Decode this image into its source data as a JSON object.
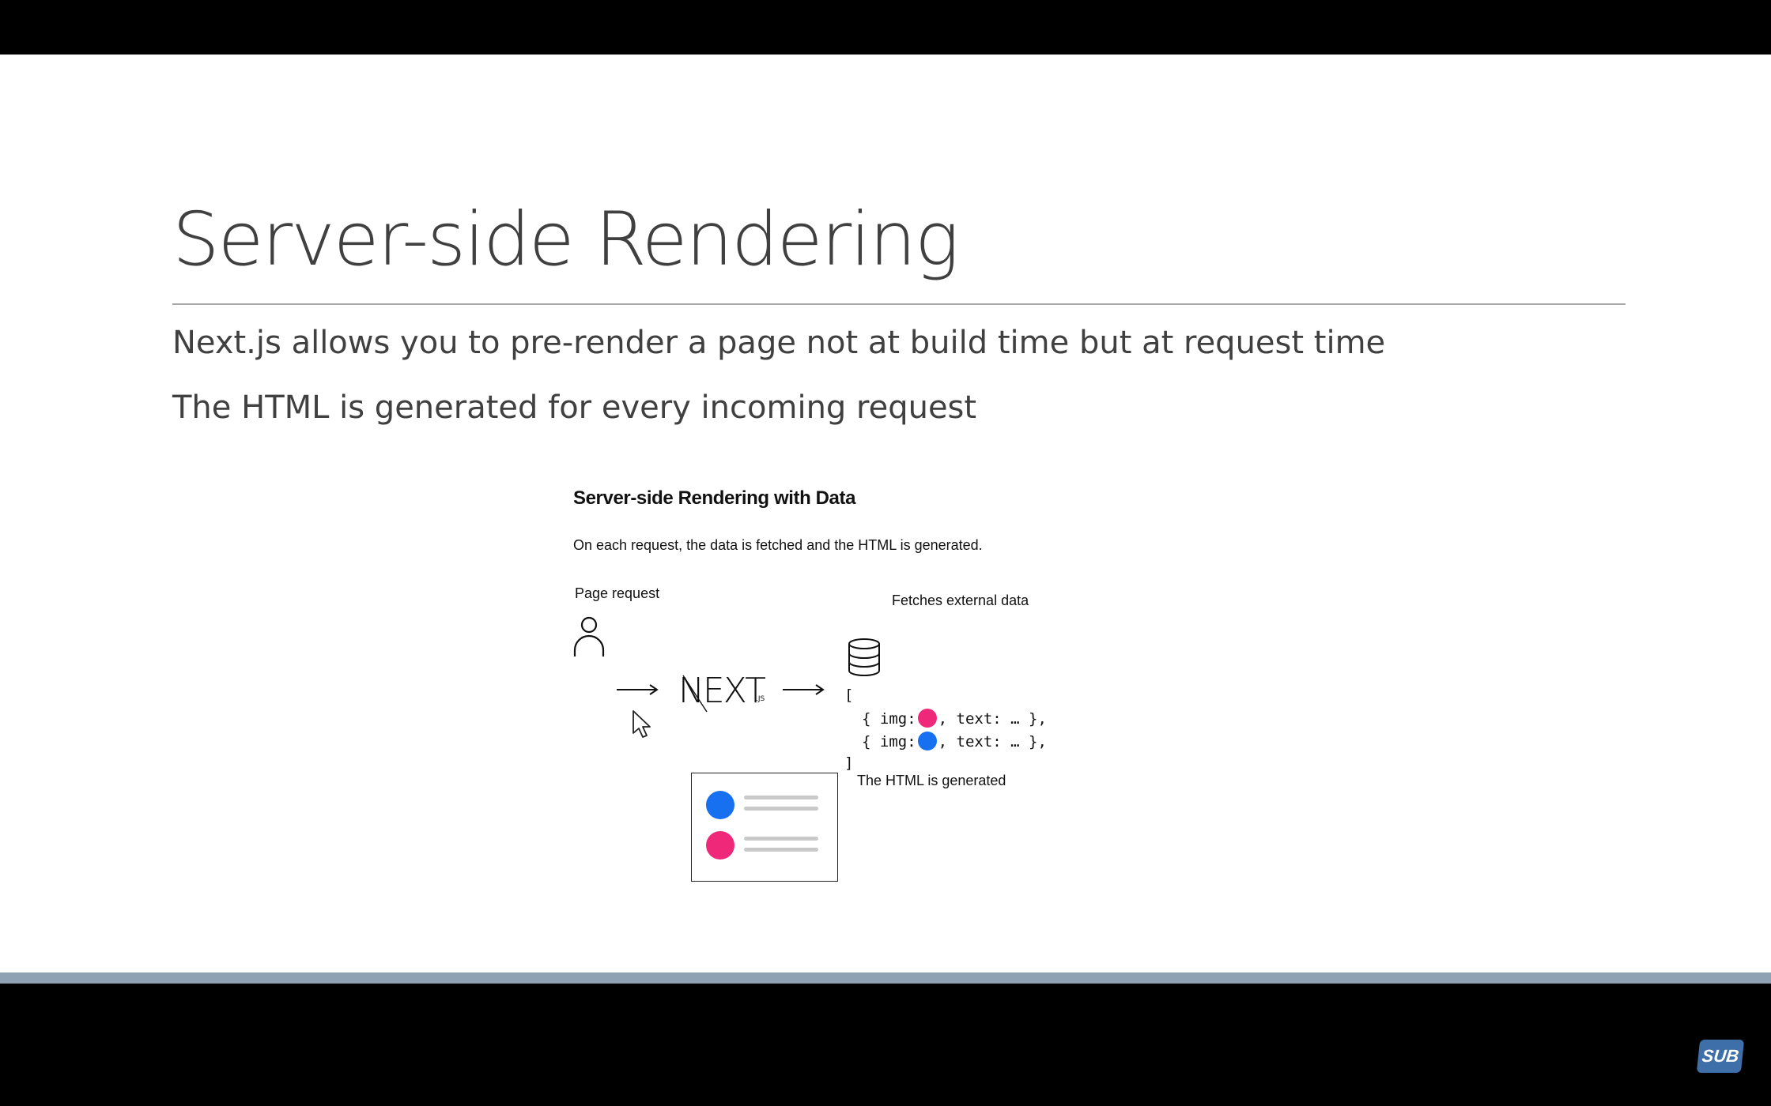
{
  "slide": {
    "title": "Server-side Rendering",
    "bullets": [
      "Next.js allows you to pre-render a page not at build time but at request time",
      "The HTML is generated for every incoming request"
    ]
  },
  "figure": {
    "title": "Server-side Rendering with Data",
    "caption": "On each request, the data is fetched and the HTML is generated.",
    "page_request_label": "Page request",
    "fetches_label": "Fetches external data",
    "generated_label": "The HTML is generated",
    "logo_text": "NEXT",
    "logo_suffix": ".JS",
    "code": {
      "open_bracket": "[",
      "row_prefix": "{ img:",
      "row_suffix": ", text: … },",
      "close_bracket": "]"
    }
  },
  "badge": {
    "label": "SUB"
  },
  "colors": {
    "pink": "#f0287a",
    "blue": "#1670f0",
    "title_text": "#404040",
    "progress_strip": "#8fa2b3"
  },
  "icons": [
    "user-icon",
    "arrow-right-icon",
    "database-icon",
    "arrow-down-left-icon",
    "mouse-pointer-icon"
  ]
}
